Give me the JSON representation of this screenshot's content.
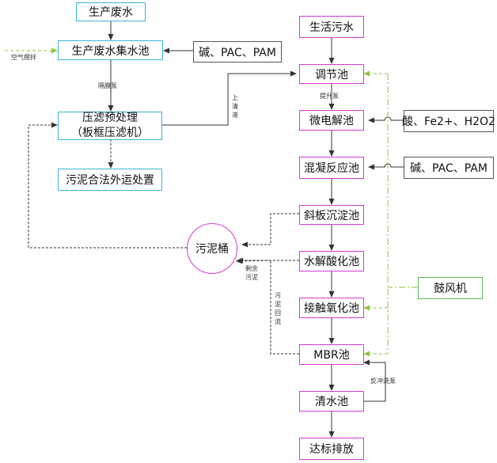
{
  "nodes": {
    "production_wastewater": "生产废水",
    "production_collection_tank": "生产废水集水池",
    "filter_press_line1": "压滤预处理",
    "filter_press_line2": "（板框压滤机）",
    "sludge_disposal": "污泥合法外运处置",
    "domestic_sewage": "生活污水",
    "regulating_tank": "调节池",
    "micro_electrolysis": "微电解池",
    "coagulation_tank": "混凝反应池",
    "inclined_plate_settler": "斜板沉淀池",
    "hydrolysis_acidification": "水解酸化池",
    "contact_oxidation": "接触氧化池",
    "mbr_tank": "MBR池",
    "clear_water_tank": "清水池",
    "discharge": "达标排放",
    "sludge_bucket": "污泥桶",
    "dosing_top": "碱、PAC、PAM",
    "dosing_acid": "酸、Fe2+、H2O2",
    "dosing_coag": "碱、PAC、PAM",
    "blower": "鼓风机"
  },
  "labels": {
    "air_stirring": "空气搅拌",
    "diaphragm_pump": "隔膜泵",
    "lift_pump": "提升泵",
    "supernatant": "上清液",
    "excess_sludge_line1": "剩余",
    "excess_sludge_line2": "污泥",
    "sludge_return": "污泥回流",
    "backwash_pump": "反冲洗泵"
  },
  "colors": {
    "cyan_border": "#38b6d6",
    "magenta_border": "#d33cd3",
    "gray_border": "#555555",
    "green_border": "#56b95a",
    "air_line": "#8dc63f"
  }
}
